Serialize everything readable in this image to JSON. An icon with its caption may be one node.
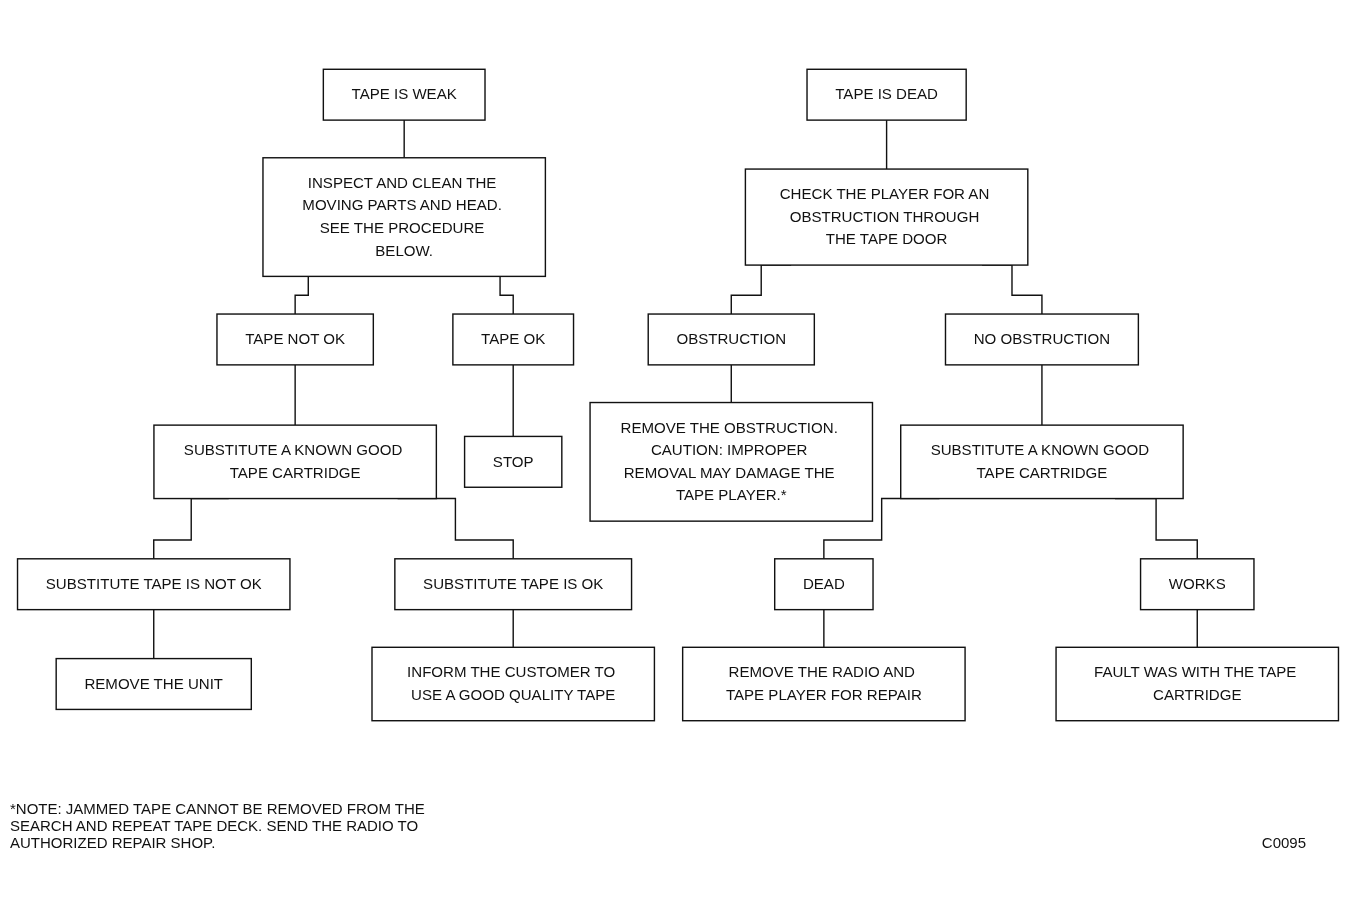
{
  "diagram": {
    "nodes": [
      {
        "text": [
          "TAPE IS WEAK"
        ]
      },
      {
        "text": [
          "INSPECT AND CLEAN THE MOVING PARTS AND HEAD. SEE THE PROCEDURE BELOW."
        ]
      },
      {
        "text": [
          "TAPE NOT OK"
        ]
      },
      {
        "text": [
          "TAPE OK"
        ]
      },
      {
        "text": [
          "SUBSTITUTE A KNOWN GOOD TAPE CARTRIDGE"
        ]
      },
      {
        "text": [
          "STOP"
        ]
      },
      {
        "text": [
          "SUBSTITUTE TAPE IS NOT OK"
        ]
      },
      {
        "text": [
          "SUBSTITUTE TAPE IS OK"
        ]
      },
      {
        "text": [
          "REMOVE THE UNIT"
        ]
      },
      {
        "text": [
          "INFORM THE CUSTOMER TO USE A GOOD QUALITY TAPE"
        ]
      },
      {
        "text": [
          "TAPE IS DEAD"
        ]
      },
      {
        "text": [
          "CHECK THE PLAYER FOR AN OBSTRUCTION THROUGH THE TAPE DOOR"
        ]
      },
      {
        "text": [
          "OBSTRUCTION"
        ]
      },
      {
        "text": [
          "NO OBSTRUCTION"
        ]
      },
      {
        "text": [
          "REMOVE THE OBSTRUCTION. CAUTION: IMPROPER REMOVAL MAY DAMAGE THE TAPE PLAYER.*"
        ]
      },
      {
        "text": [
          "SUBSTITUTE A KNOWN GOOD TAPE CARTRIDGE"
        ]
      },
      {
        "text": [
          "DEAD"
        ]
      },
      {
        "text": [
          "WORKS"
        ]
      },
      {
        "text": [
          "REMOVE THE RADIO AND TAPE PLAYER FOR REPAIR"
        ]
      },
      {
        "text": [
          "FAULT WAS WITH THE TAPE CARTRIDGE"
        ]
      }
    ],
    "edges": [
      {
        "from": 0,
        "to": 1,
        "arrow": "none"
      },
      {
        "from": 1,
        "to": 2,
        "arrow": "none"
      },
      {
        "from": 1,
        "to": 3,
        "arrow": "none"
      },
      {
        "from": 2,
        "to": 4,
        "arrow": "none"
      },
      {
        "from": 3,
        "to": 5,
        "arrow": "none"
      },
      {
        "from": 4,
        "to": 6,
        "arrow": "none"
      },
      {
        "from": 4,
        "to": 7,
        "arrow": "none"
      },
      {
        "from": 6,
        "to": 8,
        "arrow": "none"
      },
      {
        "from": 7,
        "to": 9,
        "arrow": "none"
      },
      {
        "from": 10,
        "to": 11,
        "arrow": "none"
      },
      {
        "from": 11,
        "to": 12,
        "arrow": "none"
      },
      {
        "from": 11,
        "to": 13,
        "arrow": "none"
      },
      {
        "from": 12,
        "to": 14,
        "arrow": "none"
      },
      {
        "from": 13,
        "to": 15,
        "arrow": "none"
      },
      {
        "from": 15,
        "to": 16,
        "arrow": "none"
      },
      {
        "from": 15,
        "to": 17,
        "arrow": "none"
      },
      {
        "from": 16,
        "to": 18,
        "arrow": "none"
      },
      {
        "from": 17,
        "to": 19,
        "arrow": "none"
      }
    ],
    "labels": [
      "*NOTE: JAMMED TAPE CANNOT BE REMOVED FROM THE SEARCH AND REPEAT TAPE DECK. SEND THE RADIO TO AUTHORIZED REPAIR SHOP.",
      "C0095"
    ]
  }
}
